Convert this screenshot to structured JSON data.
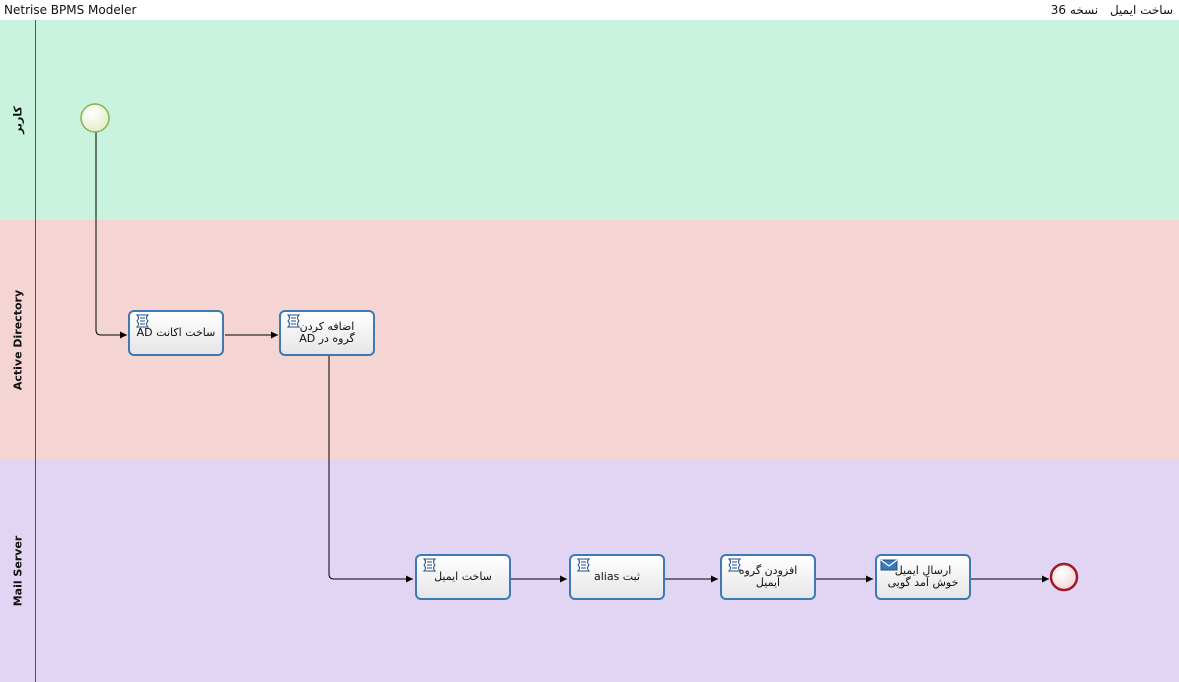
{
  "window": {
    "app_title": "Netrise BPMS Modeler",
    "process_name": "ساخت ایمیل",
    "version_label": "نسخه 36"
  },
  "colors": {
    "lane_user": "#c9f3df",
    "lane_ad": "#f5d5d4",
    "lane_mail": "#e1d5f3",
    "task_border": "#3d79b4",
    "start_event": "#84b64a",
    "end_event": "#a11a2a"
  },
  "lanes": [
    {
      "label": "کاربر"
    },
    {
      "label": "Active Directory"
    },
    {
      "label": "Mail Server"
    }
  ],
  "tasks": [
    {
      "label": "ساخت اکانت AD",
      "icon": "script-task-icon"
    },
    {
      "label": "اضافه کردن گروه در AD",
      "icon": "script-task-icon"
    },
    {
      "label": "ساخت ایمیل",
      "icon": "script-task-icon"
    },
    {
      "label": "ثبت alias",
      "icon": "script-task-icon"
    },
    {
      "label": "افزودن گروه ایمیل",
      "icon": "script-task-icon"
    },
    {
      "label": "ارسال ایمیل خوش آمد گویی",
      "icon": "send-mail-task-icon"
    }
  ]
}
